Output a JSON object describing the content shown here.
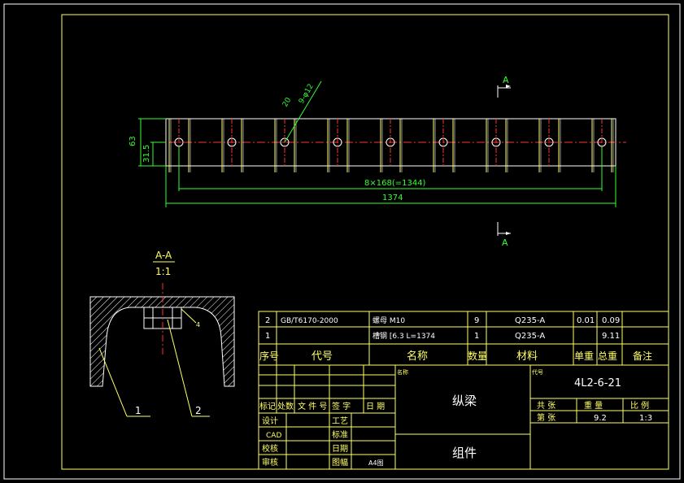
{
  "section_label": "A-A",
  "section_scale": "1:1",
  "section_mark_top": "A",
  "section_mark_bottom": "A",
  "dims": {
    "height_total": "63",
    "height_half": "31.5",
    "pitch": "8×168(=1344)",
    "length": "1374",
    "hole_angle": "20",
    "hole_spec": "9-φ12"
  },
  "leaders": {
    "part1": "1",
    "part2": "2",
    "weld": "4"
  },
  "bom": {
    "rows": [
      {
        "seq": "2",
        "code": "GB/T6170-2000",
        "name": "螺母 M10",
        "qty": "9",
        "material": "Q235-A",
        "unit_wt": "0.01",
        "total_wt": "0.09",
        "note": ""
      },
      {
        "seq": "1",
        "code": "",
        "name": "槽钢 [6.3 L=1374",
        "qty": "1",
        "material": "Q235-A",
        "unit_wt": "",
        "total_wt": "9.11",
        "note": ""
      }
    ],
    "headers": {
      "seq": "序号",
      "code": "代号",
      "name": "名称",
      "qty": "数量",
      "material": "材料",
      "unit_wt": "单重",
      "total_wt": "总重",
      "note": "备注"
    }
  },
  "title_block": {
    "name_label": "名称",
    "code_label": "代号",
    "drawing_code": "4L2-6-21",
    "part_name": "纵梁",
    "assembly": "组件",
    "sheets_label": "共 张",
    "sheet_label": "第 张",
    "weight_label": "重 量",
    "scale_label": "比 例",
    "weight": "9.2",
    "scale": "1:3",
    "revision_headers": [
      "标记",
      "处数",
      "文 件 号",
      "签 字",
      "日 期"
    ],
    "sign_left": [
      "设计",
      "CAD",
      "校核",
      "审核"
    ],
    "sign_right": [
      "工艺",
      "标准",
      "日期",
      "图幅"
    ],
    "sheet_size": "A4图"
  }
}
